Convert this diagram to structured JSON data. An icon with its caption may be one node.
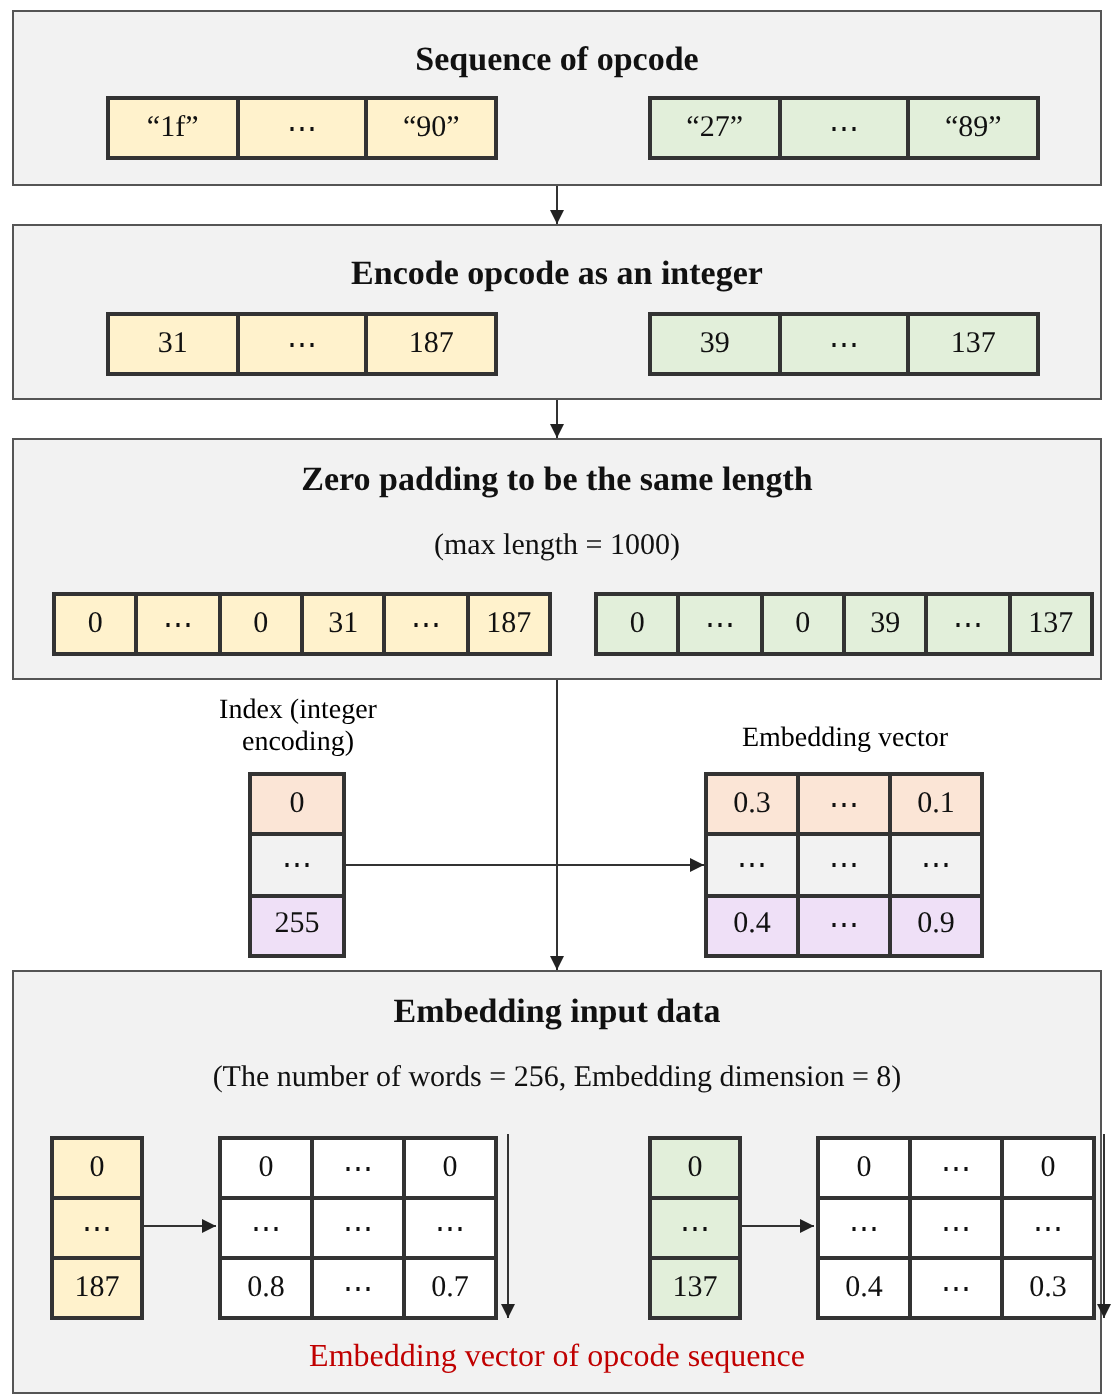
{
  "diagram": {
    "nodes": [
      {
        "text": [
          "Sequence of opcode"
        ]
      },
      {
        "text": [
          "“1f”",
          "⋯",
          "“90”"
        ],
        "in": 0
      },
      {
        "text": [
          "“27”",
          "⋯",
          "“89”"
        ],
        "in": 0
      },
      {
        "text": [
          "Encode opcode as an integer"
        ]
      },
      {
        "text": [
          "31",
          "⋯",
          "187"
        ],
        "in": 3
      },
      {
        "text": [
          "39",
          "⋯",
          "137"
        ],
        "in": 3
      },
      {
        "text": [
          "Zero padding to be the same length",
          "(max length = 1000)"
        ]
      },
      {
        "text": [
          "0",
          "⋯",
          "0",
          "31",
          "⋯",
          "187"
        ],
        "in": 6
      },
      {
        "text": [
          "0",
          "⋯",
          "0",
          "39",
          "⋯",
          "137"
        ],
        "in": 6
      },
      {
        "text": [
          "0",
          "⋯",
          "255"
        ],
        "beside": [
          "Index (integer encoding)"
        ]
      },
      {
        "text": [
          "0.3",
          "⋯",
          "0.1",
          "⋯",
          "⋯",
          "⋯",
          "0.4",
          "⋯",
          "0.9"
        ],
        "beside": [
          "Embedding vector"
        ]
      },
      {
        "text": [
          "Embedding input data",
          "(The number of words = 256, Embedding dimension = 8)",
          "Embedding vector of opcode sequence"
        ]
      },
      {
        "text": [
          "0",
          "⋯",
          "187"
        ],
        "in": 11
      },
      {
        "text": [
          "0",
          "⋯",
          "0",
          "⋯",
          "⋯",
          "⋯",
          "0.8",
          "⋯",
          "0.7"
        ],
        "in": 11
      },
      {
        "text": [
          "0",
          "⋯",
          "137"
        ],
        "in": 11
      },
      {
        "text": [
          "0",
          "⋯",
          "0",
          "⋯",
          "⋯",
          "⋯",
          "0.4",
          "⋯",
          "0.3"
        ],
        "in": 11
      }
    ],
    "edges": [
      {
        "from": 0,
        "to": 3,
        "arrow": "to"
      },
      {
        "from": 3,
        "to": 6,
        "arrow": "to"
      },
      {
        "from": 6,
        "to": 11,
        "arrow": "to"
      },
      {
        "from": 9,
        "to": 10,
        "arrow": "to"
      },
      {
        "from": 12,
        "to": 13,
        "arrow": "to"
      },
      {
        "from": 14,
        "to": 15,
        "arrow": "to"
      }
    ]
  }
}
